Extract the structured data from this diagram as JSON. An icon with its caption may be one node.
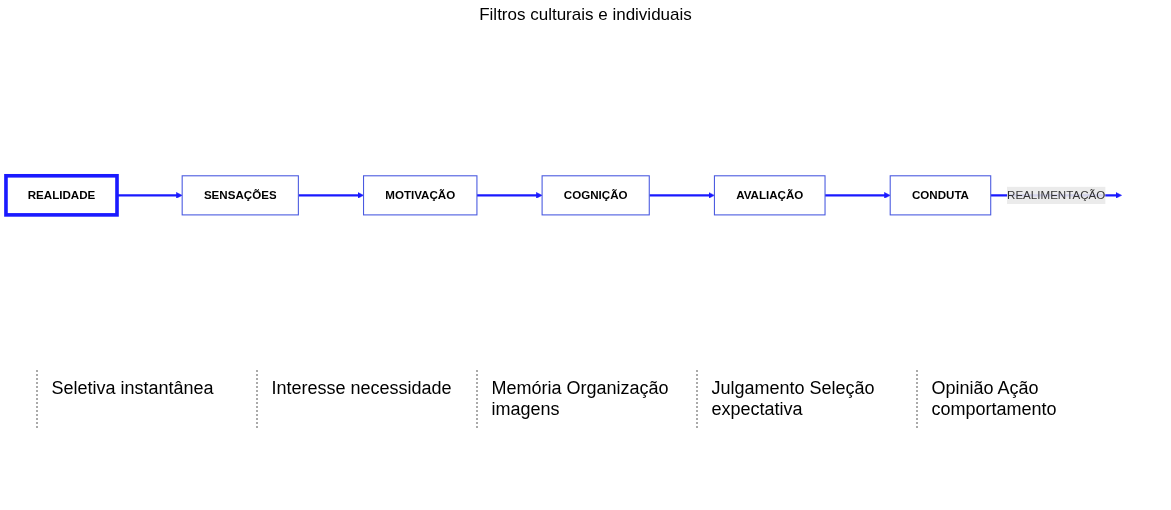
{
  "diagram": {
    "nodes": [
      {
        "text": [
          "REALIDADE"
        ]
      },
      {
        "text": [
          "SENSAÇÕES"
        ]
      },
      {
        "text": [
          "MOTIVAÇÃO"
        ]
      },
      {
        "text": [
          "COGNIÇÃO"
        ]
      },
      {
        "text": [
          "AVALIAÇÃO"
        ]
      },
      {
        "text": [
          "CONDUTA"
        ]
      }
    ],
    "edges": [
      {
        "from": 0,
        "to": 1,
        "arrow": "to"
      },
      {
        "from": 1,
        "to": 2,
        "arrow": "to"
      },
      {
        "from": 2,
        "to": 3,
        "arrow": "to"
      },
      {
        "from": 3,
        "to": 4,
        "arrow": "to"
      },
      {
        "from": 4,
        "to": 5,
        "arrow": "to"
      },
      {
        "from": 5,
        "to": null,
        "arrow": "to",
        "label": "REALIMENTAÇÃO"
      }
    ],
    "labels": [
      "Filtros culturais e individuais",
      "Seletiva instantânea",
      "Interesse necessidade",
      "Memória Organização imagens",
      "Julgamento Seleção expectativa",
      "Opinião Ação comportamento"
    ]
  }
}
